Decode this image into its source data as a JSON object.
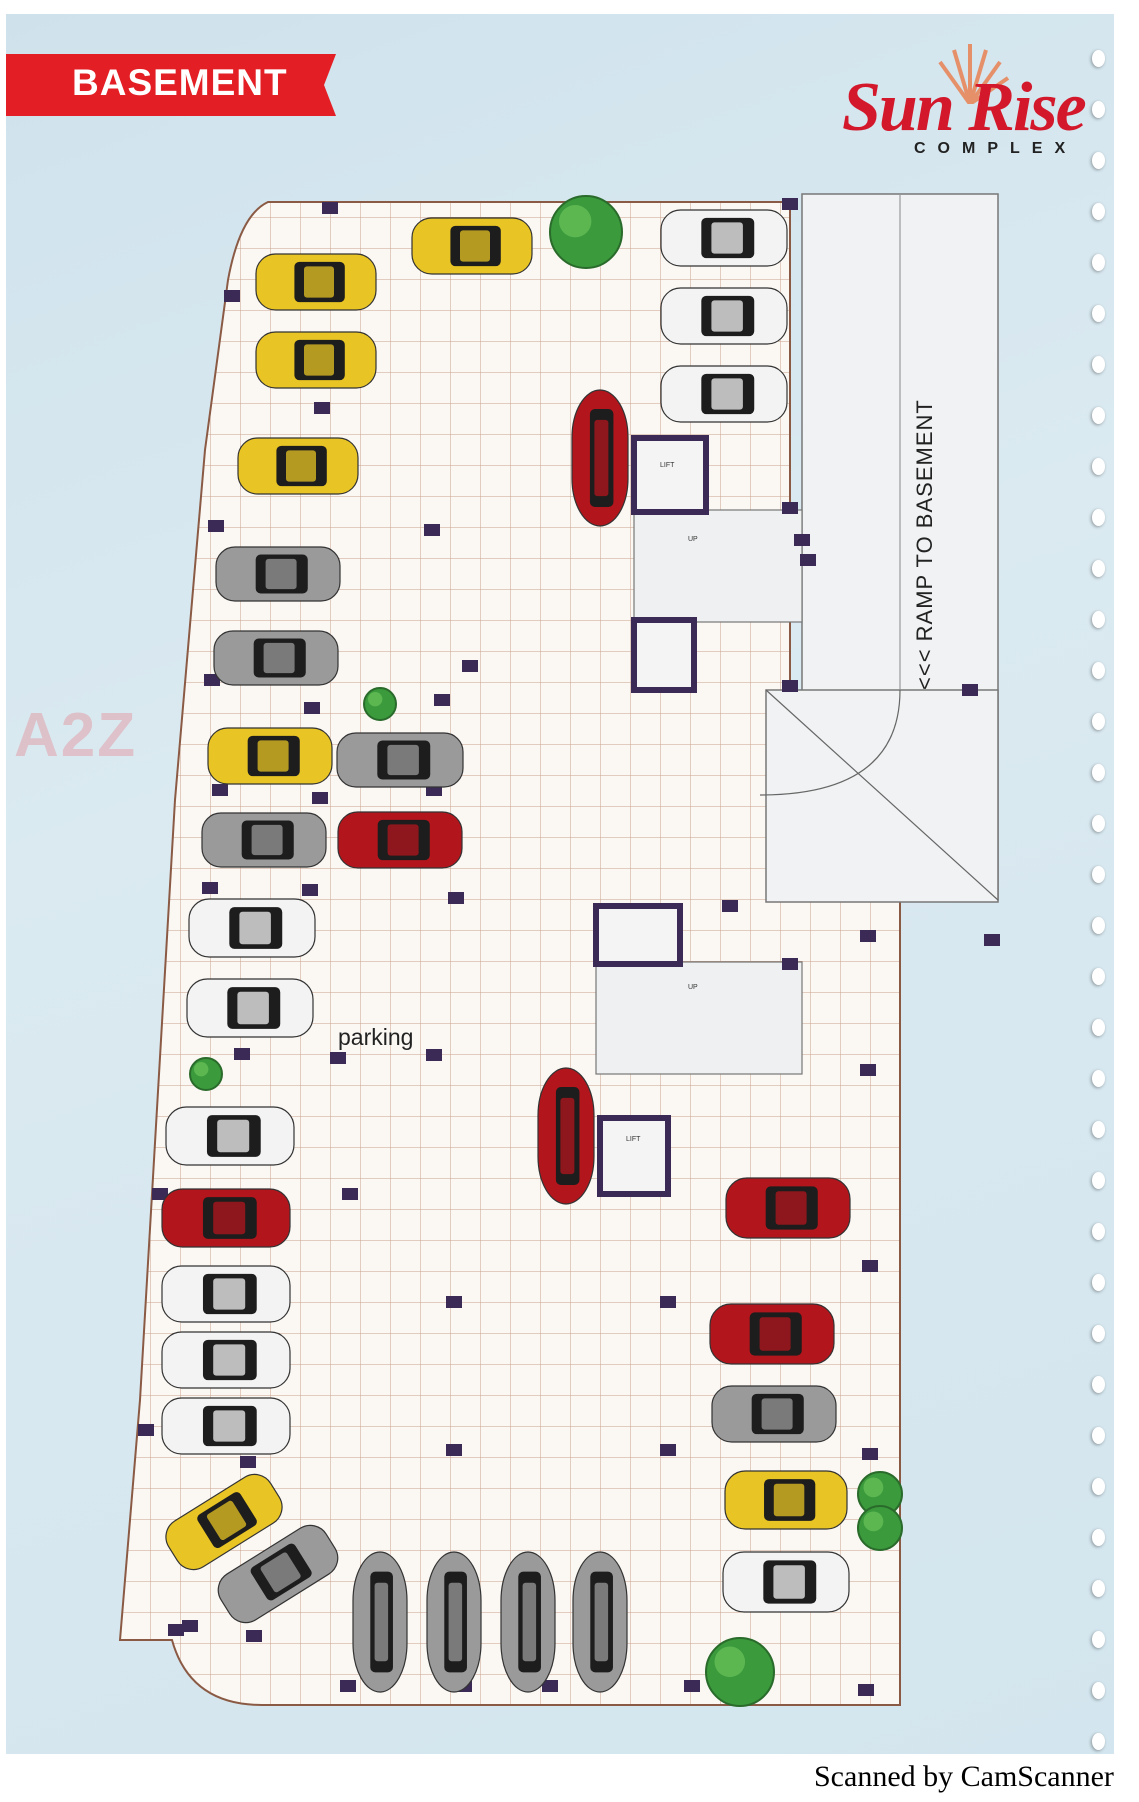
{
  "header": {
    "title": "BASEMENT",
    "ribbon_color": "#e31e24"
  },
  "logo": {
    "main": "Sun Rise",
    "sub": "COMPLEX",
    "color": "#d3182b"
  },
  "watermark": "A2Z",
  "plan": {
    "parking_label": "parking",
    "ramp_label": "<<<  RAMP TO BASEMENT",
    "lift_labels": [
      "LIFT",
      "LIFT"
    ],
    "stair_labels": [
      "UP",
      "UP"
    ],
    "car_colors": {
      "yellow": "#e8c424",
      "white": "#f3f3f3",
      "silver": "#9a9a9a",
      "red": "#b3151c"
    }
  },
  "footer": {
    "text": "Scanned by CamScanner"
  }
}
